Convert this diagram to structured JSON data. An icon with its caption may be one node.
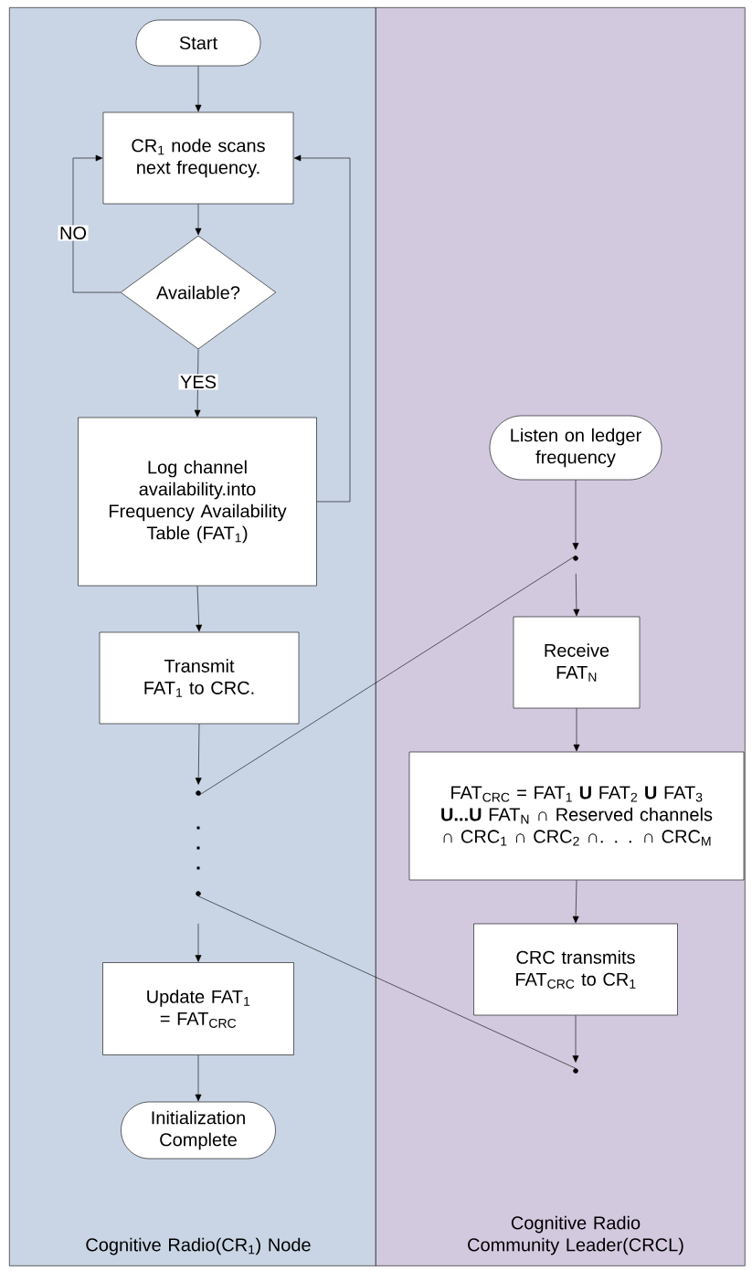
{
  "diagram": {
    "nodes": [
      {
        "text": [
          "Cognitive Radio(CR$_{1}$) Node"
        ]
      },
      {
        "text": [
          "Cognitive Radio Community Leader(CRCL)"
        ]
      },
      {
        "text": [
          "Start"
        ],
        "in": 0
      },
      {
        "text": [
          "CR$_{1}$ node scans next frequency."
        ],
        "in": 0
      },
      {
        "text": [
          "Available?"
        ],
        "in": 0
      },
      {
        "text": [
          "Log channel availability.into Frequency Availability Table (FAT$_{1}$)"
        ],
        "in": 0
      },
      {
        "text": [
          "Transmit FAT$_{1}$ to CRC."
        ],
        "in": 0
      },
      {
        "text": [],
        "shape": "circle",
        "in": 0
      },
      {
        "text": [],
        "shape": "circle",
        "in": 0
      },
      {
        "text": [
          "Update FAT$_{1}$ = FAT$_{CRC}$"
        ],
        "in": 0
      },
      {
        "text": [
          "Initialization Complete"
        ],
        "in": 0
      },
      {
        "text": [
          "Listen on ledger frequency"
        ],
        "in": 1
      },
      {
        "text": [],
        "shape": "circle",
        "in": 1
      },
      {
        "text": [
          "Receive FAT$_{N}$"
        ],
        "in": 1
      },
      {
        "text": [
          "FAT$_{CRC}$ = FAT$_{1}$ **U** FAT$_{2}$ **U** FAT$_{3}$ **U...U** FAT$_{N}$ ∩ Reserved channels ∩ CRC$_{1}$ ∩ CRC$_{2}$ ∩. . . ∩ CRC$_{M}$"
        ],
        "in": 1
      },
      {
        "text": [
          "CRC transmits FAT$_{CRC}$ to CR$_{1}$"
        ],
        "in": 1
      },
      {
        "text": [],
        "shape": "circle",
        "in": 1
      }
    ],
    "edges": [
      {
        "from": 2,
        "to": 3,
        "arrow": "to"
      },
      {
        "from": 3,
        "to": 4,
        "arrow": "to"
      },
      {
        "from": 4,
        "to": 3,
        "arrow": "to",
        "label": "NO"
      },
      {
        "from": 4,
        "to": 5,
        "arrow": "to",
        "label": "YES"
      },
      {
        "from": 5,
        "to": 3,
        "arrow": "to"
      },
      {
        "from": 5,
        "to": 6,
        "arrow": "to"
      },
      {
        "from": 6,
        "to": 7,
        "arrow": "to"
      },
      {
        "from": 7,
        "to": 12,
        "arrow": "none"
      },
      {
        "from": 8,
        "to": 9,
        "arrow": "to"
      },
      {
        "from": 9,
        "to": 10,
        "arrow": "to"
      },
      {
        "from": 11,
        "to": 12,
        "arrow": "to"
      },
      {
        "from": 12,
        "to": 13,
        "arrow": "to"
      },
      {
        "from": 13,
        "to": 14,
        "arrow": "to"
      },
      {
        "from": 14,
        "to": 15,
        "arrow": "to"
      },
      {
        "from": 15,
        "to": 16,
        "arrow": "to"
      },
      {
        "from": 8,
        "to": 16,
        "arrow": "none"
      }
    ]
  }
}
